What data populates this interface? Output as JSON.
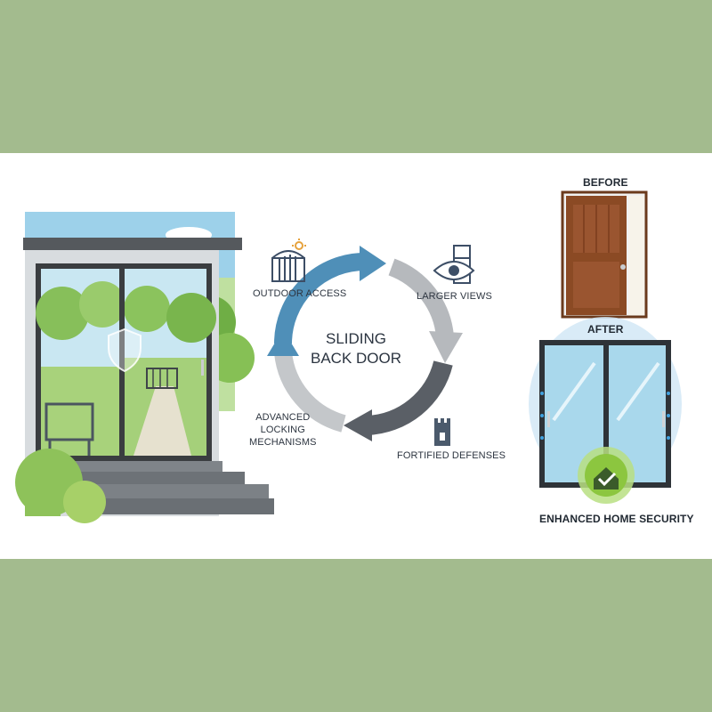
{
  "cycle": {
    "title_line1": "SLIDING",
    "title_line2": "BACK DOOR",
    "items": [
      {
        "label": "OUTDOOR ACCESS",
        "icon": "gate-sun-icon"
      },
      {
        "label": "LARGER VIEWS",
        "icon": "eye-icon"
      },
      {
        "label": "FORTIFIED DEFENSES",
        "icon": "tower-icon"
      },
      {
        "label_lines": [
          "ADVANCED",
          "LOCKING",
          "MECHANISMS"
        ],
        "icon": "none"
      }
    ]
  },
  "comparison": {
    "before_label": "BEFORE",
    "after_label": "AFTER",
    "caption": "ENHANCED HOME SECURITY"
  },
  "colors": {
    "background_band": "#a3bb8e",
    "arrow_blue": "#4f8fb8",
    "arrow_gray": "#b6b9bd",
    "arrow_dark": "#5a5f66",
    "door_wood": "#8b4a24",
    "glow_blue": "#cfe6f5",
    "badge_green": "#8cc63f"
  }
}
